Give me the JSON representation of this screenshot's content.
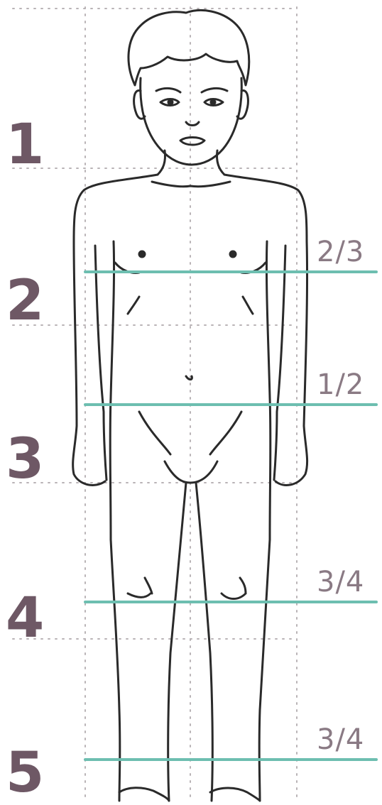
{
  "diagram": {
    "head_count_labels": [
      "1",
      "2",
      "3",
      "4",
      "5"
    ],
    "proportion_labels": [
      "2/3",
      "1/2",
      "3/4",
      "3/4"
    ],
    "colors": {
      "grid": "#b9b3b6",
      "guide": "#6dbeb0",
      "number": "#6e5865",
      "fraction": "#8a7a84",
      "figure": "#2a2a2a"
    }
  }
}
